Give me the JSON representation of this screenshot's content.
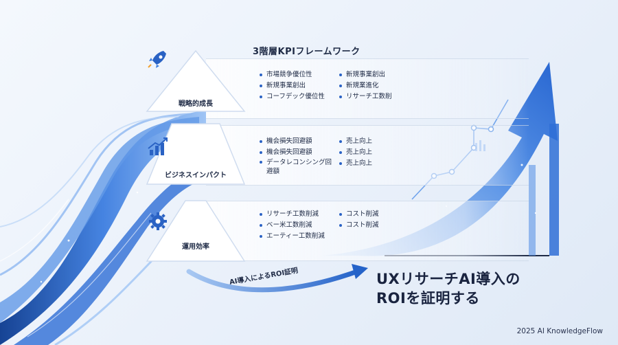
{
  "title": "3階層KPIフレームワーク",
  "tiers": [
    {
      "label": "戦略的成長",
      "icon": "rocket-icon",
      "left_items": [
        "市場競争優位性",
        "新規事業創出",
        "コーフデック優位性"
      ],
      "right_items": [
        "新規事業創出",
        "新規業進化",
        "リサーチ工数削"
      ]
    },
    {
      "label": "ビジネスインパクト",
      "icon": "growth-chart-icon",
      "left_items": [
        "機会損失回避額",
        "機会損失回避額",
        "データレコンシング回避額"
      ],
      "right_items": [
        "売上向上",
        "売上向上",
        "売上向上"
      ]
    },
    {
      "label": "運用効率",
      "icon": "gear-icon",
      "left_items": [
        "リサーチ工数削減",
        "ベー米工数削減",
        "エーティー工数削減"
      ],
      "right_items": [
        "コスト削減",
        "コスト削減"
      ]
    }
  ],
  "arrow_label": "AI導入によるROI証明",
  "headline": [
    "UXリサーチAI導入の",
    "ROIを証明する"
  ],
  "footer": "2025 AI KnowledgeFlow",
  "colors": {
    "accent": "#2a62c4",
    "dark": "#1e2a45",
    "wave": "#3d7ee0"
  }
}
